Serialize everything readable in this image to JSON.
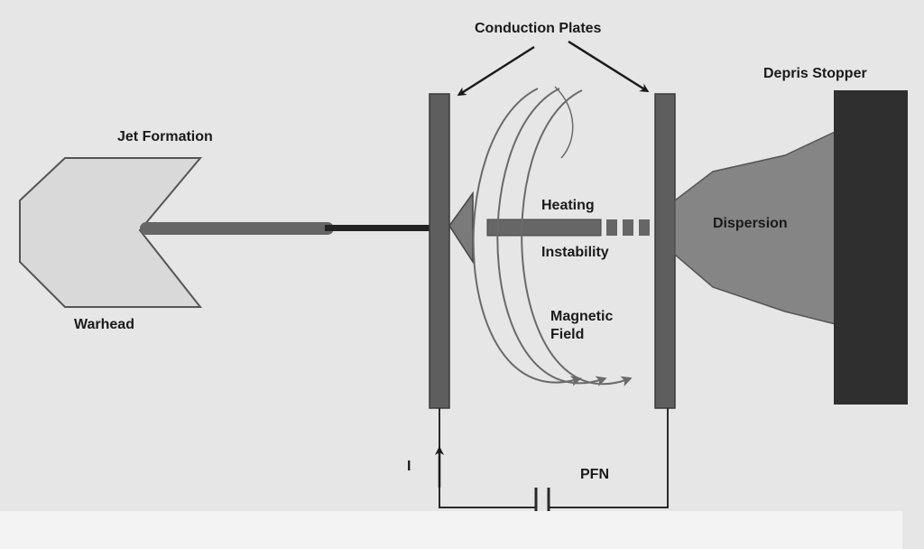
{
  "labels": {
    "conduction_plates": "Conduction Plates",
    "debris_stopper": "Depris Stopper",
    "jet_formation": "Jet Formation",
    "warhead": "Warhead",
    "heating": "Heating",
    "instability": "Instability",
    "dispersion": "Dispersion",
    "magnetic": "Magnetic",
    "field": "Field",
    "current": "I",
    "pfn": "PFN"
  },
  "colors": {
    "background": "#e6e6e6",
    "plate": "#5e5e5e",
    "stopper": "#2f2f2f",
    "warhead_fill": "#d9d9d9",
    "dispersion_fill": "#858585",
    "jet": "#4a4a4a",
    "field_lines": "#6a6a6a",
    "wire": "#2a2a2a"
  }
}
